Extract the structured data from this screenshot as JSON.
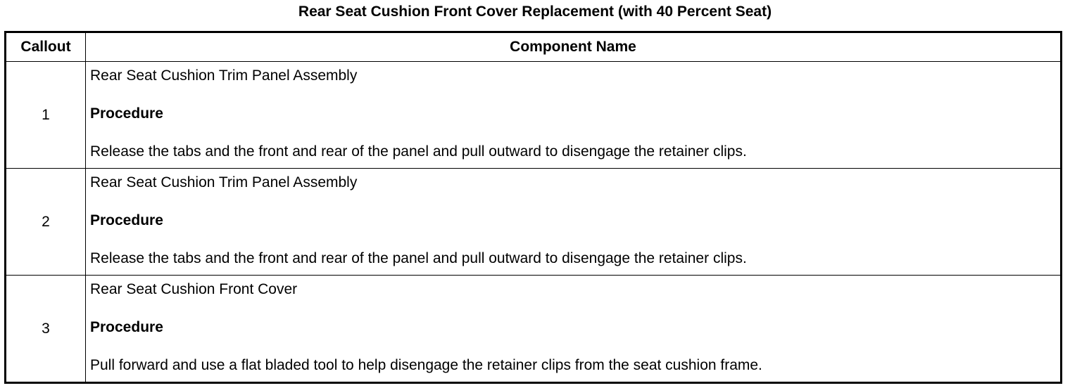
{
  "title": "Rear Seat Cushion Front Cover Replacement (with 40 Percent Seat)",
  "table": {
    "headers": {
      "callout": "Callout",
      "component": "Component Name"
    },
    "rows": [
      {
        "callout": "1",
        "component": "Rear Seat Cushion Trim Panel Assembly",
        "procedure_label": "Procedure",
        "procedure": "Release the tabs and the front and rear of the panel and pull outward to disengage the retainer clips."
      },
      {
        "callout": "2",
        "component": "Rear Seat Cushion Trim Panel Assembly",
        "procedure_label": "Procedure",
        "procedure": "Release the tabs and the front and rear of the panel and pull outward to disengage the retainer clips."
      },
      {
        "callout": "3",
        "component": "Rear Seat Cushion Front Cover",
        "procedure_label": "Procedure",
        "procedure": "Pull forward and use a flat bladed tool to help disengage the retainer clips from the seat cushion frame."
      }
    ]
  }
}
